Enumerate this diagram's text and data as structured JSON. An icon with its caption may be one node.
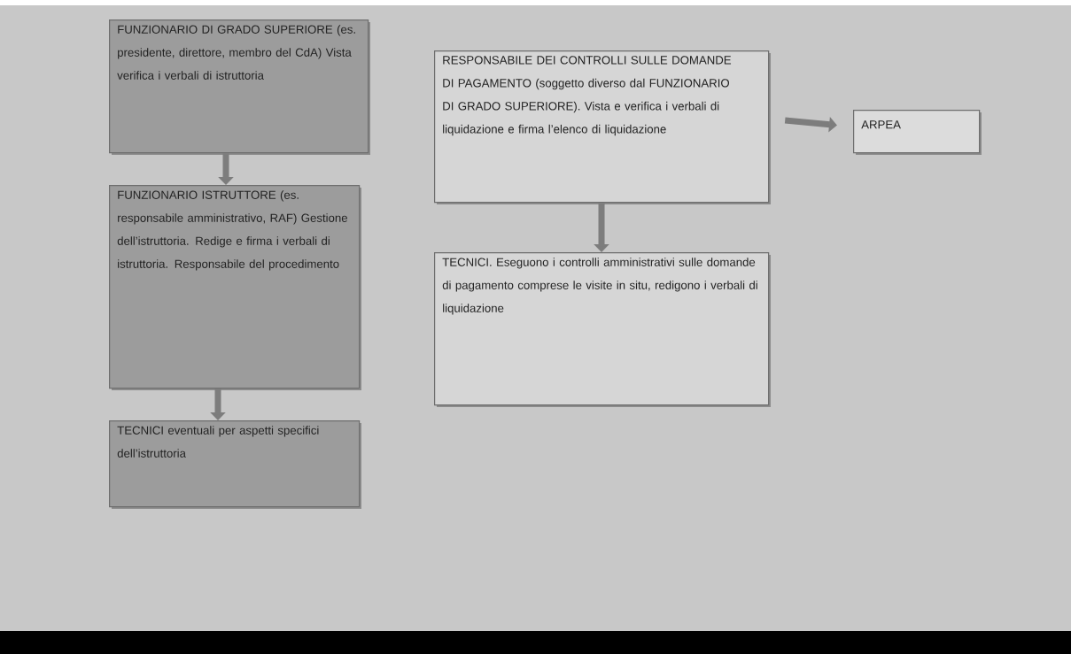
{
  "diagram": {
    "nodes": [
      {
        "text": [
          "FUNZIONARIO DI GRADO SUPERIORE (es. presidente, direttore, membro del CdA) Vista verifica i verbali di istruttoria"
        ]
      },
      {
        "text": [
          "FUNZIONARIO ISTRUTTORE (es. responsabile amministrativo, RAF) Gestione dell’istruttoria. Redige e firma i verbali di istruttoria. Responsabile del procedimento"
        ]
      },
      {
        "text": [
          "TECNICI eventuali per aspetti specifici dell’istruttoria"
        ]
      },
      {
        "text": [
          "RESPONSABILE DEI CONTROLLI SULLE DOMANDE DI PAGAMENTO (soggetto diverso dal FUNZIONARIO DI GRADO SUPERIORE). Vista e verifica i verbali di liquidazione e firma l’elenco di liquidazione"
        ]
      },
      {
        "text": [
          "ARPEA"
        ]
      },
      {
        "text": [
          "TECNICI. Eseguono i controlli amministrativi sulle domande di pagamento comprese le visite in situ, redigono i verbali di liquidazione"
        ]
      }
    ],
    "edges": [
      {
        "from": 0,
        "to": 1,
        "arrow": "to"
      },
      {
        "from": 1,
        "to": 2,
        "arrow": "to"
      },
      {
        "from": 3,
        "to": 4,
        "arrow": "to"
      },
      {
        "from": 3,
        "to": 5,
        "arrow": "to"
      }
    ]
  }
}
